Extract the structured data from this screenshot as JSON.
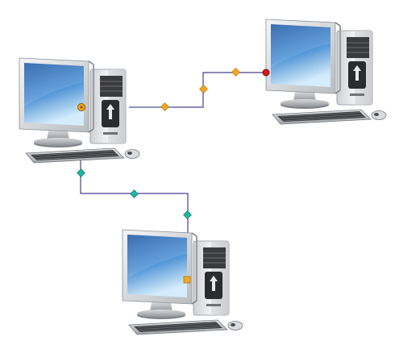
{
  "diagram": {
    "nodes": [
      {
        "id": "pc-left",
        "type": "desktop-computer",
        "screen_badge": "orange-circle-handle"
      },
      {
        "id": "pc-right",
        "type": "desktop-computer",
        "screen_badge": "none"
      },
      {
        "id": "pc-bottom",
        "type": "desktop-computer",
        "screen_badge": "orange-square-handle"
      }
    ],
    "edges": [
      {
        "from": "pc-left",
        "to": "pc-right",
        "style": "orthogonal",
        "handle_color": "#f5a623",
        "end_marker": "red-circle"
      },
      {
        "from": "pc-left",
        "to": "pc-bottom",
        "style": "orthogonal",
        "handle_color": "#1fb5a0",
        "end_marker": "none"
      }
    ],
    "colors": {
      "connector_line": "#4a3f8f",
      "connector_accent": "#2a9d8f",
      "screen_top": "#2e6fb8",
      "screen_bottom": "#bfe0f7",
      "case_body": "#e3e4e6",
      "case_dark": "#3a3a3a",
      "handle_orange": "#f5a623",
      "handle_teal": "#1fb5a0",
      "end_red": "#d7191c"
    }
  }
}
